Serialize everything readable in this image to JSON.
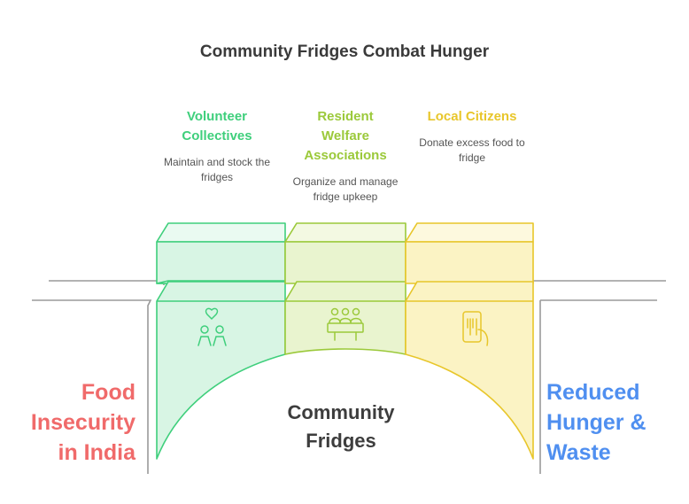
{
  "title": "Community Fridges Combat Hunger",
  "pillars": [
    {
      "heading": [
        "Volunteer",
        "Collectives"
      ],
      "description": [
        "Maintain and stock the",
        "fridges"
      ],
      "icon": "volunteers-heart-icon",
      "color": "#3fcf7c"
    },
    {
      "heading": [
        "Resident",
        "Welfare",
        "Associations"
      ],
      "description": [
        "Organize and manage",
        "fridge upkeep"
      ],
      "icon": "meeting-group-icon",
      "color": "#9bc93a"
    },
    {
      "heading": [
        "Local Citizens"
      ],
      "description": [
        "Donate excess food to",
        "fridge"
      ],
      "icon": "food-app-icon",
      "color": "#e8c62a"
    }
  ],
  "left_label": [
    "Food",
    "Insecurity",
    "in India"
  ],
  "right_label": [
    "Reduced",
    "Hunger &",
    "Waste"
  ],
  "center_label": [
    "Community",
    "Fridges"
  ],
  "colors": {
    "left": "#f06a6a",
    "right": "#4f8ff0",
    "title": "#3a3a3a"
  }
}
